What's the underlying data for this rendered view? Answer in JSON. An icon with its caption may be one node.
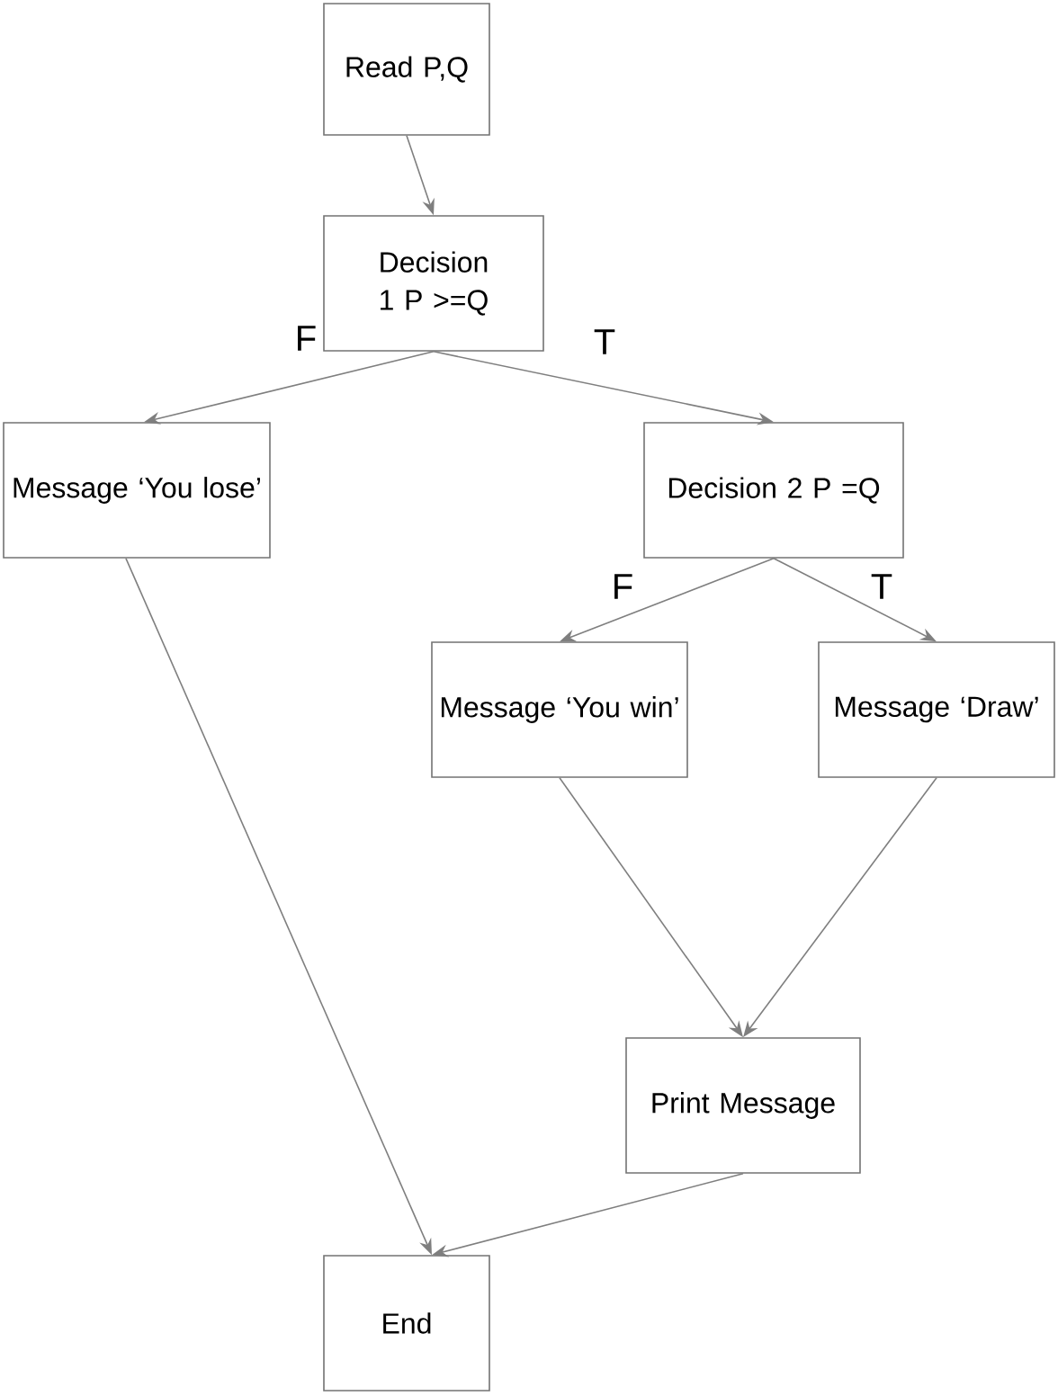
{
  "diagram": {
    "nodes": [
      {
        "text": [
          "Read P,Q"
        ]
      },
      {
        "text": [
          "Decision 1 P >=Q"
        ]
      },
      {
        "text": [
          "Message ‘You lose’"
        ]
      },
      {
        "text": [
          "Decision 2 P =Q"
        ]
      },
      {
        "text": [
          "Message ‘You win’"
        ]
      },
      {
        "text": [
          "Message ‘Draw’"
        ]
      },
      {
        "text": [
          "Print Message"
        ]
      },
      {
        "text": [
          "End"
        ]
      }
    ],
    "edges": [
      {
        "from": 0,
        "to": 1,
        "arrow": "to"
      },
      {
        "from": 1,
        "to": 2,
        "arrow": "to",
        "label": "F"
      },
      {
        "from": 1,
        "to": 3,
        "arrow": "to",
        "label": "T"
      },
      {
        "from": 3,
        "to": 4,
        "arrow": "to",
        "label": "F"
      },
      {
        "from": 3,
        "to": 5,
        "arrow": "to",
        "label": "T"
      },
      {
        "from": 2,
        "to": 7,
        "arrow": "to"
      },
      {
        "from": 4,
        "to": 6,
        "arrow": "to"
      },
      {
        "from": 5,
        "to": 6,
        "arrow": "to"
      },
      {
        "from": 6,
        "to": 7,
        "arrow": "to"
      }
    ]
  }
}
